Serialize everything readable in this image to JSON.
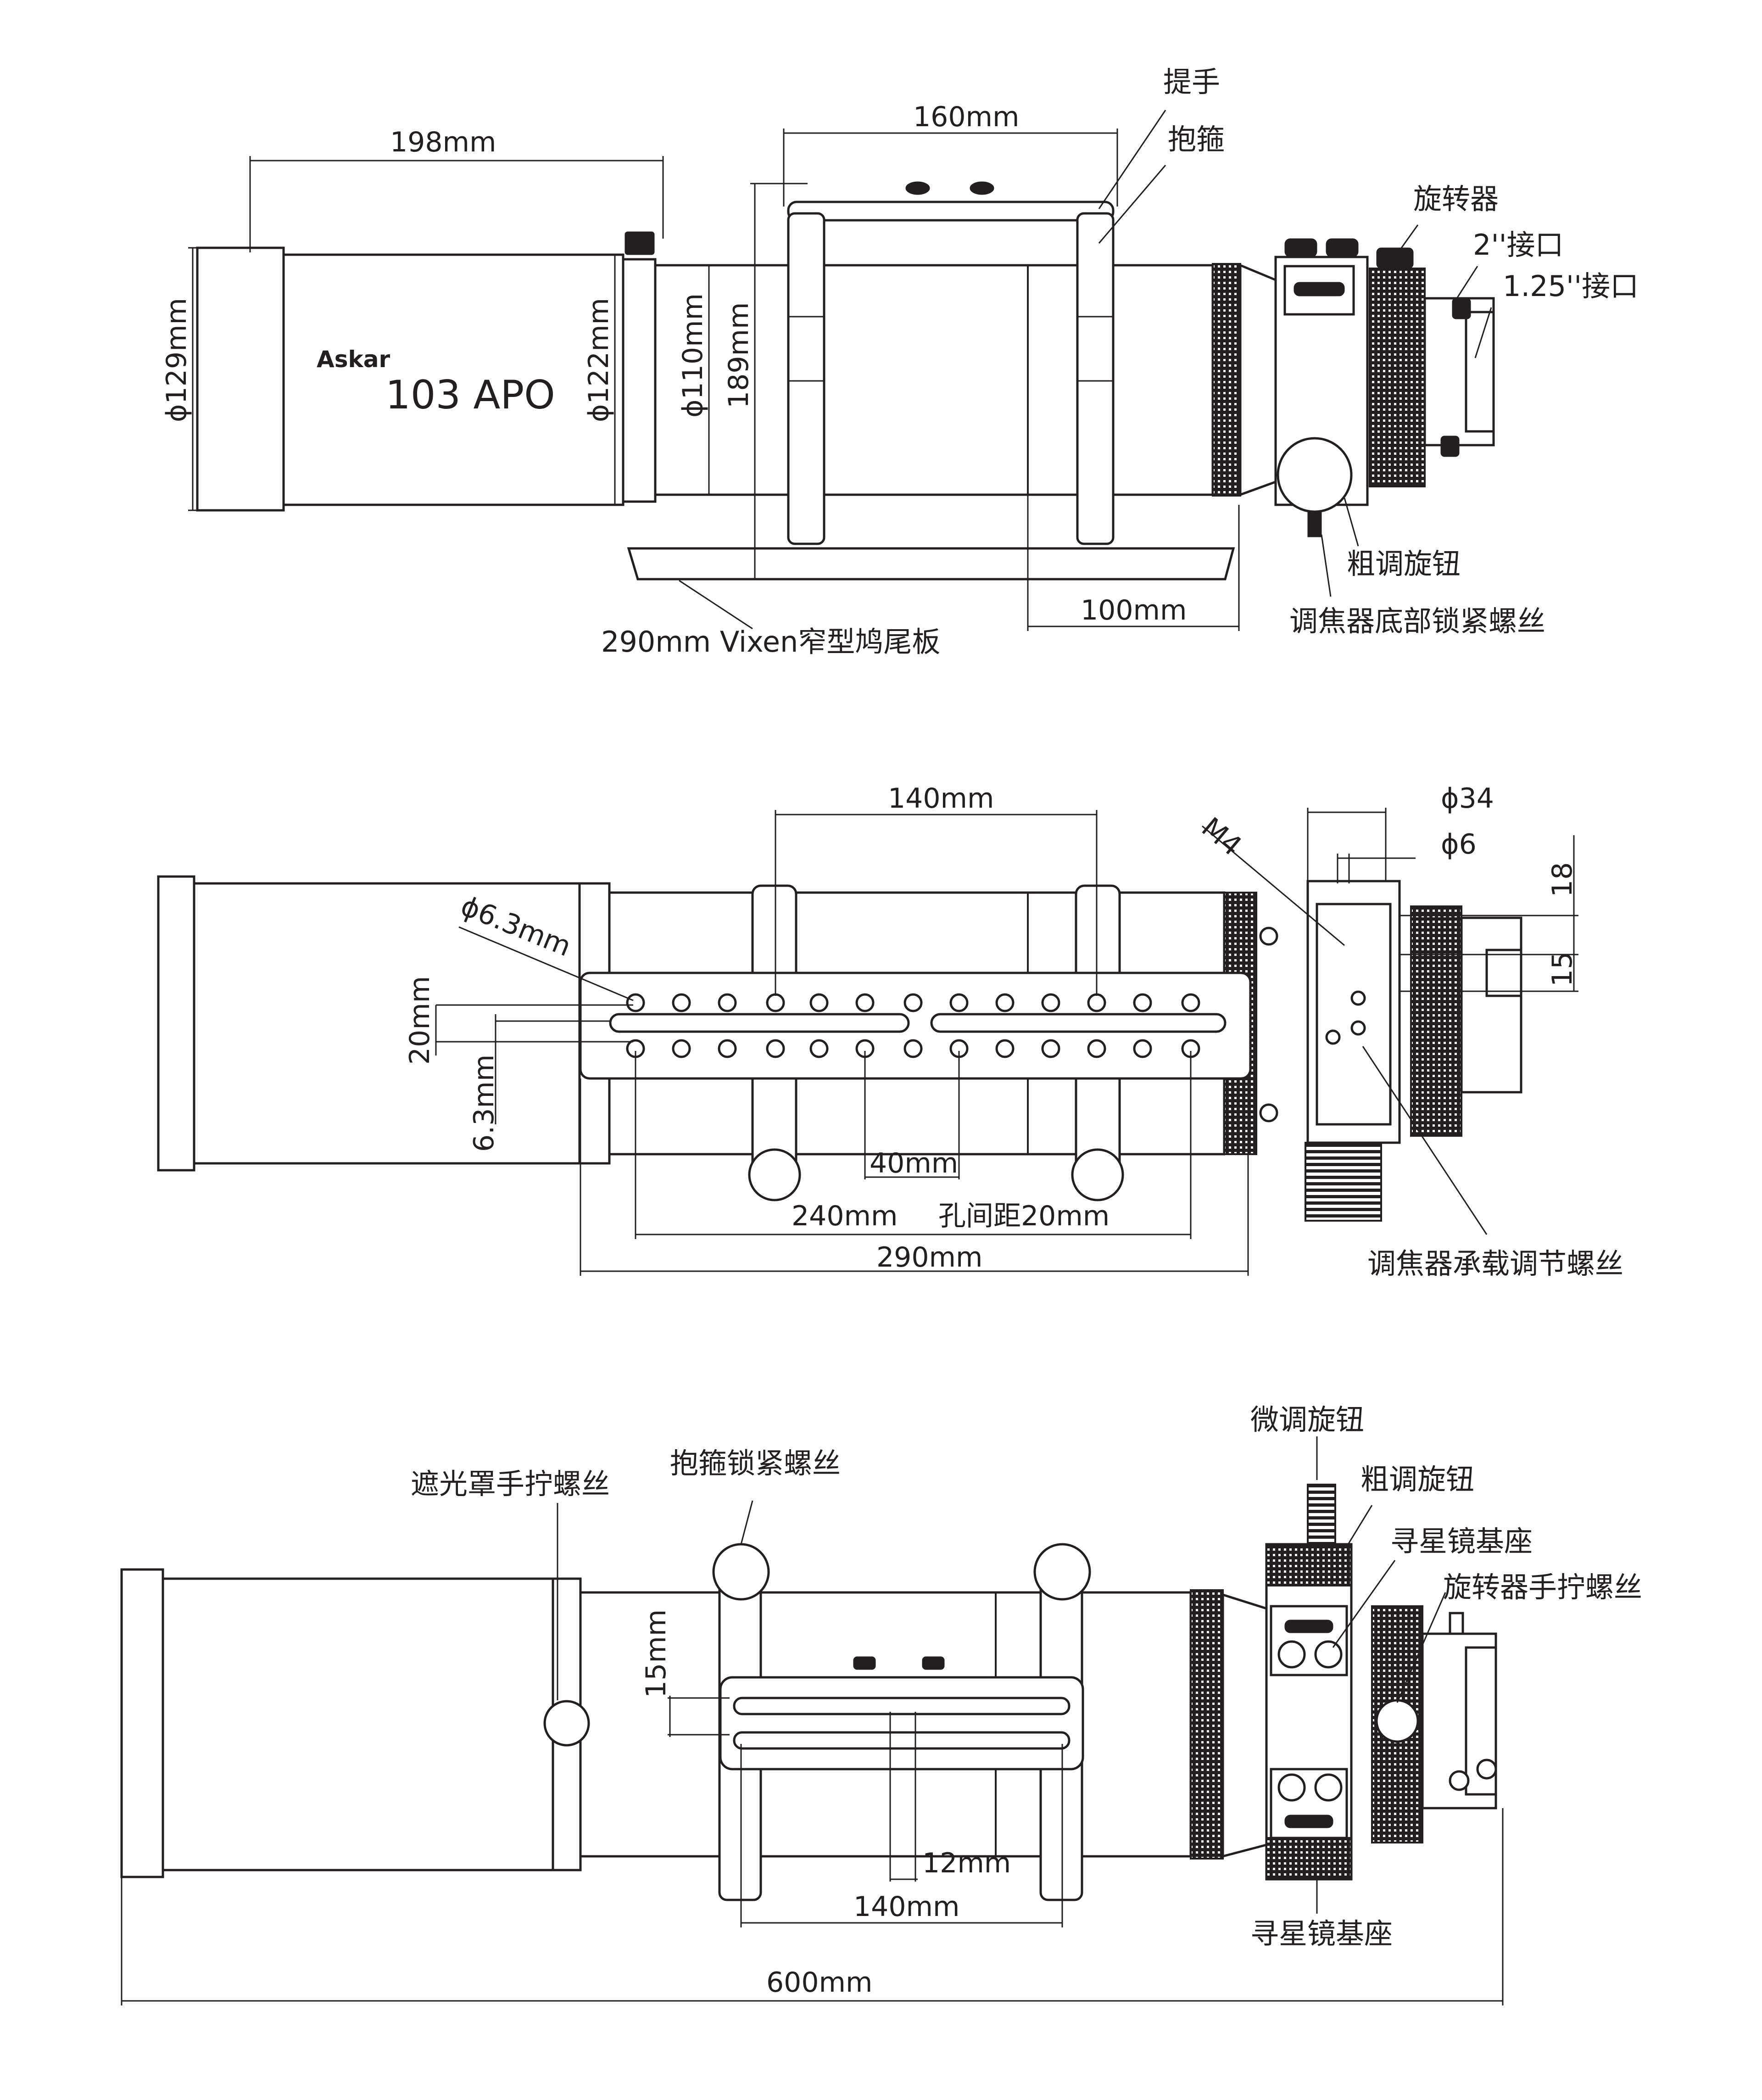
{
  "brand": {
    "logo_text": "Askar",
    "model": "103 APO"
  },
  "colors": {
    "line": "#231f20",
    "background": "#ffffff"
  },
  "view_top": {
    "dims": {
      "hood_length": "198mm",
      "hood_diameter": "ϕ129mm",
      "tube_diameter_122": "ϕ122mm",
      "tube_diameter_110": "ϕ110mm",
      "handle_height": "189mm",
      "handle_width": "160mm",
      "back_length": "100mm"
    },
    "labels": {
      "handle": "提手",
      "ring": "抱箍",
      "rotator": "旋转器",
      "two_inch": "2''接口",
      "one_25_inch": "1.25''接口",
      "coarse_knob": "粗调旋钮",
      "focuser_lock": "调焦器底部锁紧螺丝",
      "dovetail": "290mm Vixen窄型鸠尾板"
    }
  },
  "view_bottom": {
    "dims": {
      "hole_dia": "ϕ6.3mm",
      "span_140": "140mm",
      "d34": "ϕ34",
      "d6": "ϕ6",
      "m4": "M4",
      "v18": "18",
      "v15": "15",
      "row_gap": "20mm",
      "edge": "6.3mm",
      "h40": "40mm",
      "h240": "240mm",
      "pitch": "孔间距20mm",
      "plate": "290mm"
    },
    "labels": {
      "load_screw": "调焦器承载调节螺丝"
    }
  },
  "view_side": {
    "dims": {
      "v15": "15mm",
      "h12": "12mm",
      "h140": "140mm",
      "total": "600mm"
    },
    "labels": {
      "fine_knob": "微调旋钮",
      "coarse_knob": "粗调旋钮",
      "finder_base_top": "寻星镜基座",
      "rotator_screw": "旋转器手拧螺丝",
      "hood_screw": "遮光罩手拧螺丝",
      "ring_screw": "抱箍锁紧螺丝",
      "finder_base_bottom": "寻星镜基座"
    }
  }
}
